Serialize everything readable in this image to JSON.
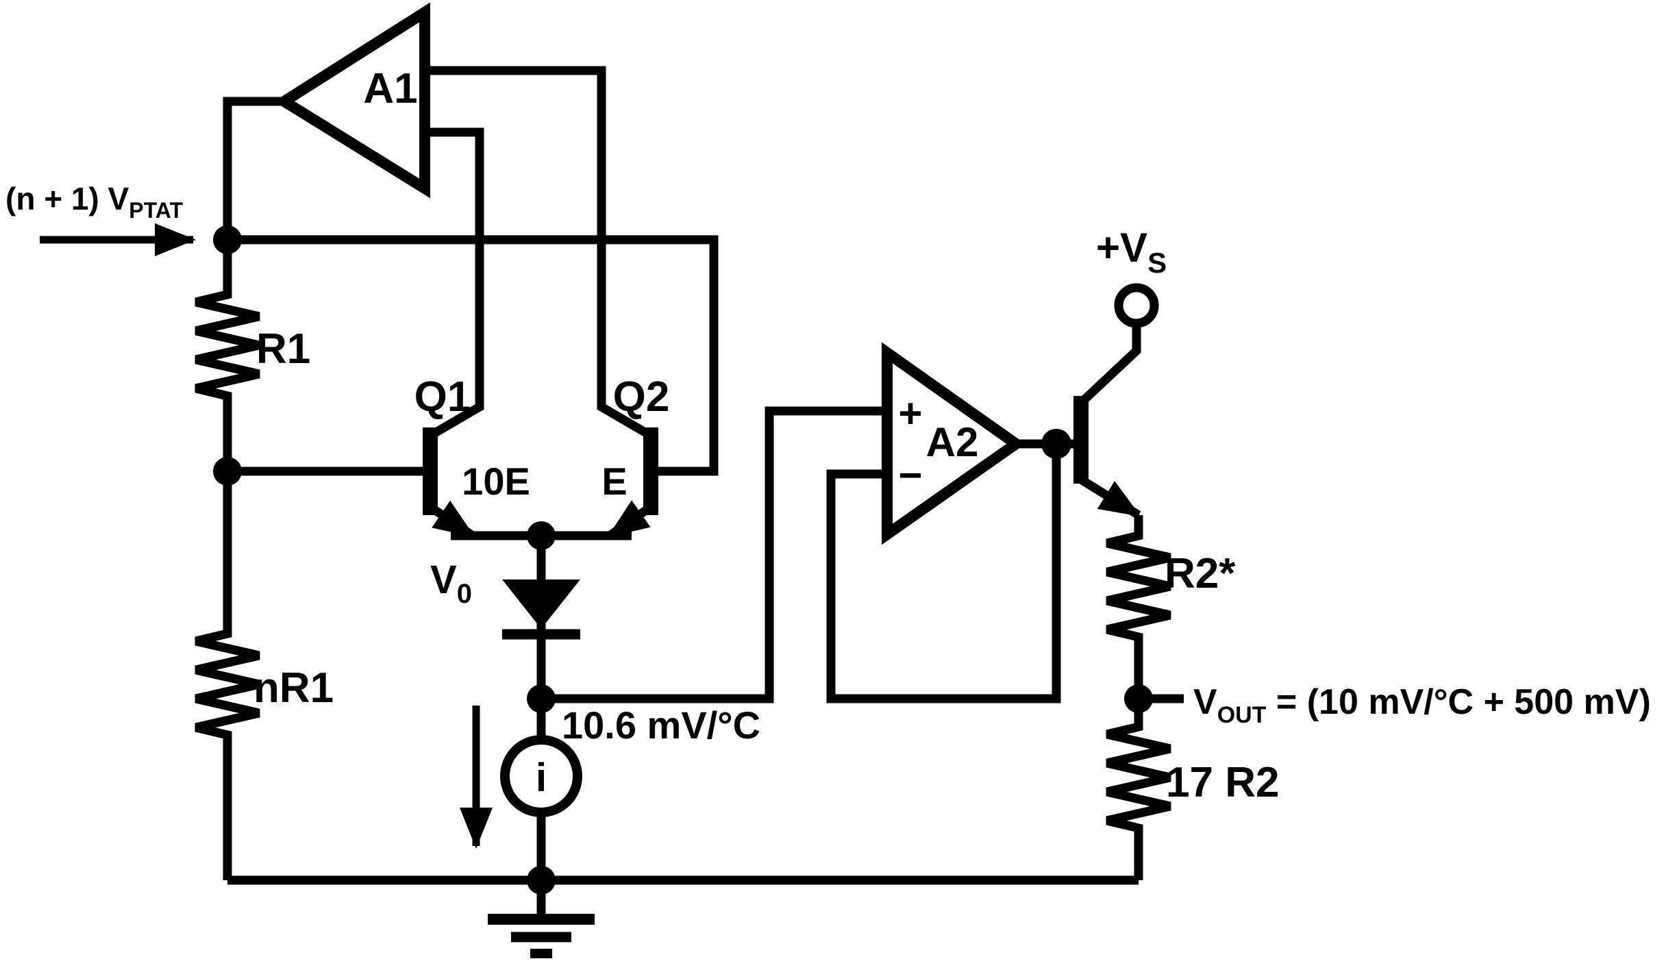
{
  "diagram": {
    "type": "circuit-schematic",
    "background_color": "#ffffff",
    "ink_color": "#000000",
    "labels": {
      "input_signal": {
        "pre": "(n + 1) V",
        "sub": "PTAT"
      },
      "amp1": "A1",
      "amp2": "A2",
      "plus": "+",
      "minus": "−",
      "q1": "Q1",
      "q2": "Q2",
      "emitter_area_q1": "10E",
      "emitter_area_q2": "E",
      "v0": {
        "pre": "V",
        "sub": "0"
      },
      "r1": "R1",
      "nr1": "nR1",
      "r2": "R2*",
      "r17r2": "17 R2",
      "tempco": "10.6 mV/°C",
      "current_source": "i",
      "supply": {
        "pre": "+V",
        "sub": "S"
      },
      "vout": {
        "pre": "V",
        "sub": "OUT",
        "post": " = (10 mV/°C + 500 mV)"
      }
    }
  }
}
